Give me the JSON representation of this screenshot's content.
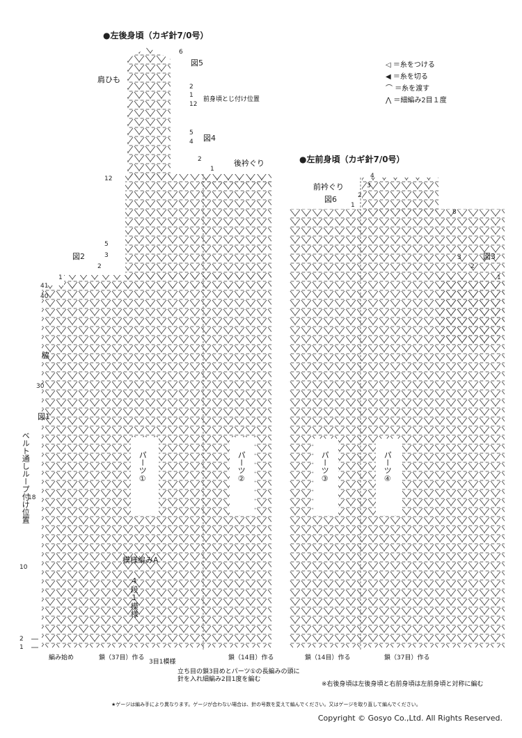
{
  "back": {
    "title": "●左後身頃（カギ針7/0号）",
    "strap_label": "肩ひも",
    "join_label": "前身頃とじ付け位置",
    "neck_label": "後衿ぐり",
    "side_label": "脇",
    "belt_loop_label": "ベルト通しループ付け位置",
    "pattern_label": "模様編みA",
    "repeat_label": "4段1模様",
    "start_label": "編み始め",
    "chain37_label": "鎖（37目）作る",
    "chain14_label": "鎖（14目）作る",
    "repeat3_label": "3目1模様",
    "note_label": "立ち目の鎖3目めとパーツ①の長編みの頭に針を入れ細編み2目1度を編む",
    "part1": "パーツ①",
    "part2": "パーツ②",
    "fig1": "図1",
    "fig2": "図2",
    "fig4": "図4",
    "fig5": "図5",
    "rows": [
      "6",
      "2",
      "1",
      "12",
      "5",
      "4",
      "2",
      "1",
      "12",
      "5",
      "3",
      "2",
      "1",
      "41",
      "40",
      "30",
      "18",
      "10",
      "2",
      "1"
    ]
  },
  "front": {
    "title": "●左前身頃（カギ針7/0号）",
    "neck_label": "前衿ぐり",
    "fig6": "図6",
    "fig3": "図3",
    "part3": "パーツ③",
    "part4": "パーツ④",
    "chain14_label": "鎖（14目）作る",
    "chain37_label": "鎖（37目）作る",
    "rows": [
      "4",
      "3",
      "2",
      "1",
      "8",
      "3",
      "2",
      "1"
    ]
  },
  "legend": {
    "attach": "＝糸をつける",
    "cut": "＝糸を切る",
    "carry": "＝糸を渡す",
    "dec": "＝細編み2目１度"
  },
  "footnote": "※右後身頃は左後身頃と右前身頃は左前身頃と対称に編む",
  "gauge_note": "★ゲージは編み手により異なります。ゲージが合わない場合は、針の号数を変えて編んでください。又はゲージを取り直して編んでください。",
  "copyright": "Copyright © Gosyo Co.,Ltd. All Rights Reserved."
}
